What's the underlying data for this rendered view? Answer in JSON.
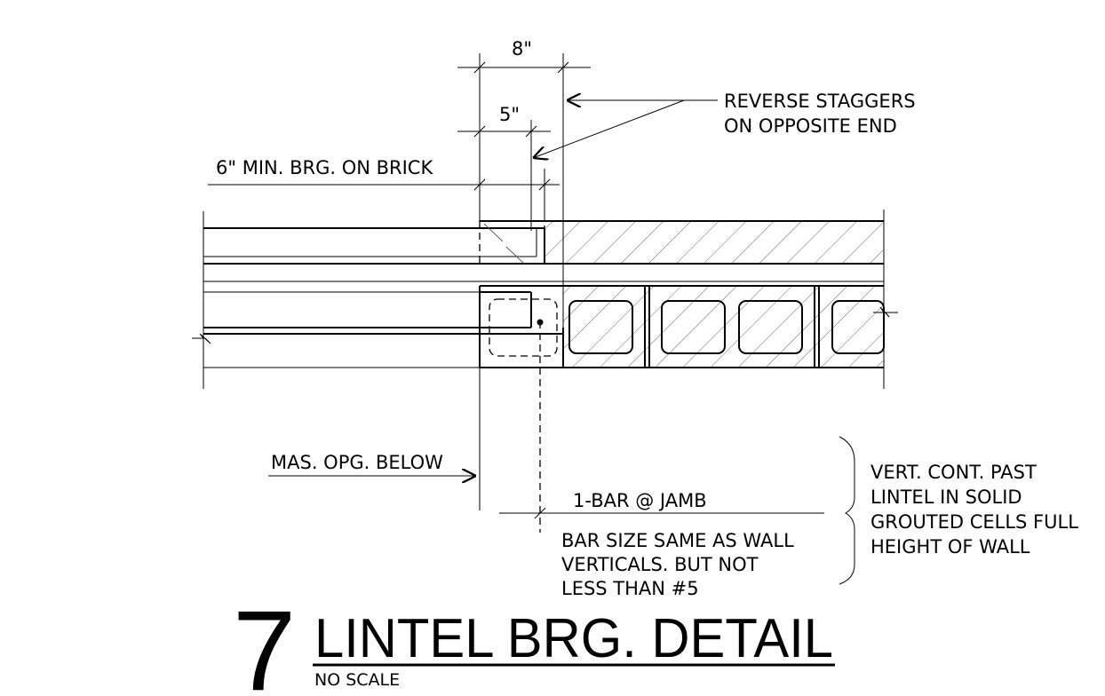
{
  "dims": {
    "overall": "8\"",
    "inner": "5\""
  },
  "notes": {
    "reverse_staggers": [
      "REVERSE STAGGERS",
      "ON OPPOSITE END"
    ],
    "min_bearing": "6\" MIN. BRG. ON BRICK",
    "mas_opening": "MAS. OPG. BELOW",
    "bar_at_jamb": "1-BAR @ JAMB",
    "bar_size": [
      "BAR SIZE SAME AS WALL",
      "VERTICALS. BUT NOT",
      "LESS THAN #5"
    ],
    "vert_cont": [
      "VERT. CONT. PAST",
      "LINTEL IN SOLID",
      "GROUTED CELLS FULL",
      "HEIGHT OF WALL"
    ]
  },
  "title_block": {
    "number": "7",
    "title": "LINTEL BRG. DETAIL",
    "scale": "NO SCALE"
  }
}
